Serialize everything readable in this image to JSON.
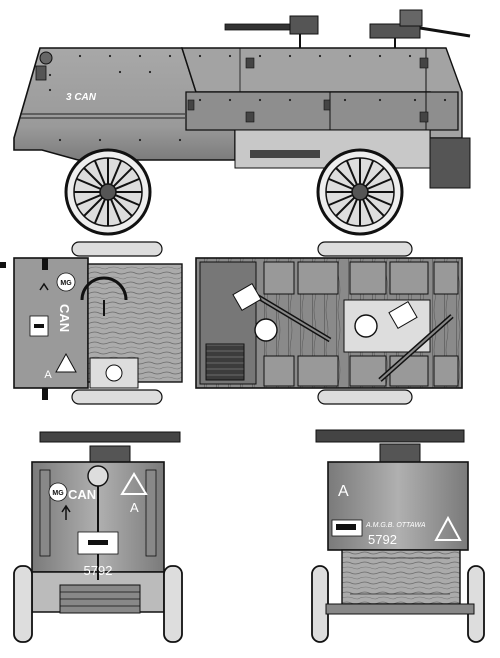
{
  "side_view": {
    "unit_marking": "3 CAN"
  },
  "top_view": {
    "unit_marking": "CAN",
    "mg_roundel": "MG",
    "triangle_letter": "A"
  },
  "front_view": {
    "roundel": "MG",
    "unit_marking": "CAN",
    "letter": "A",
    "plate_number": "5792"
  },
  "rear_view": {
    "letter": "A",
    "unit_text": "A.M.G.B. OTTAWA",
    "plate_number": "5792"
  },
  "colors": {
    "armor": "#9a9a9a",
    "armor_light": "#b4b4b4",
    "armor_dark": "#6e6e6e",
    "wood": "#a9a9a9",
    "outline": "#111111",
    "marking": "#ffffff"
  }
}
